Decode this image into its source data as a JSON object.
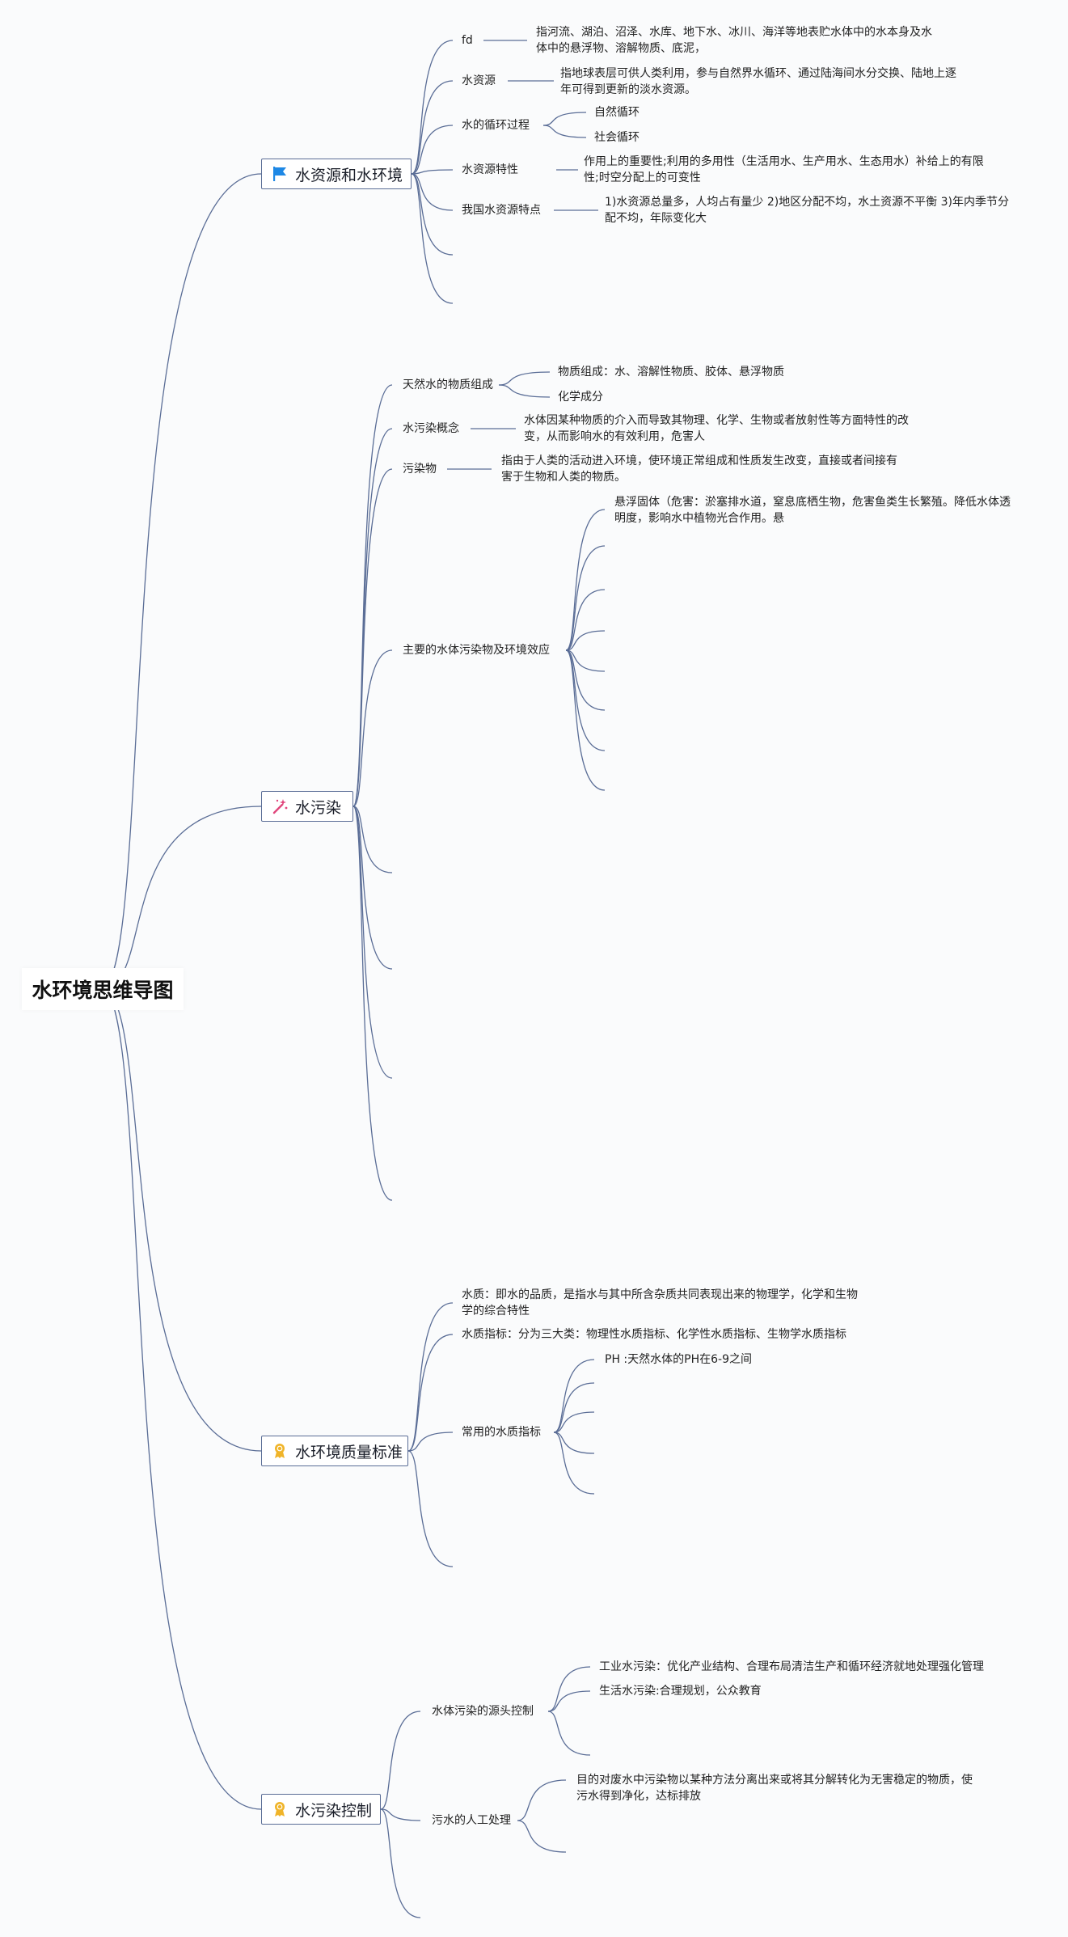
{
  "root": {
    "label": "水环境思维导图"
  },
  "branches": [
    {
      "label": "水资源和水环境",
      "icon": "flag-icon",
      "icon_color": "#1e88e5",
      "children": [
        {
          "label": "fd",
          "detail": "指河流、湖泊、沼泽、水库、地下水、冰川、海洋等地表贮水体中的水本身及水体中的悬浮物、溶解物质、底泥，"
        },
        {
          "label": "水资源",
          "detail": "指地球表层可供人类利用，参与自然界水循环、通过陆海间水分交换、陆地上逐年可得到更新的淡水资源。"
        },
        {
          "label": "水的循环过程",
          "subs": [
            "自然循环",
            "社会循环"
          ]
        },
        {
          "label": "水资源特性",
          "detail": "作用上的重要性;利用的多用性（生活用水、生产用水、生态用水）补给上的有限性;时空分配上的可变性"
        },
        {
          "label": "我国水资源特点",
          "detail": "1)水资源总量多，人均占有量少 2)地区分配不均，水土资源不平衡 3)年内季节分配不均，年际变化大"
        }
      ]
    },
    {
      "label": "水污染",
      "icon": "magic-wand-icon",
      "icon_color": "#e0457b",
      "children": [
        {
          "label": "天然水的物质组成",
          "subs": [
            "物质组成：水、溶解性物质、胶体、悬浮物质",
            "化学成分"
          ]
        },
        {
          "label": "水污染概念",
          "detail": "水体因某种物质的介入而导致其物理、化学、生物或者放射性等方面特性的改变，从而影响水的有效利用，危害人"
        },
        {
          "label": "污染物",
          "detail": "指由于人类的活动进入环境，使环境正常组成和性质发生改变，直接或者间接有害于生物和人类的物质。"
        },
        {
          "label": "主要的水体污染物及环境效应",
          "subs": [
            "悬浮固体（危害：淤塞排水道，窒息底栖生物，危害鱼类生长繁殖。降低水体透明度，影响水中植物光合作用。悬"
          ]
        }
      ]
    },
    {
      "label": "水环境质量标准",
      "icon": "award-ribbon-icon",
      "icon_color": "#f0b429",
      "children": [
        {
          "label": "水质：即水的品质，是指水与其中所含杂质共同表现出来的物理学，化学和生物学的综合特性"
        },
        {
          "label": "水质指标：分为三大类：物理性水质指标、化学性水质指标、生物学水质指标"
        },
        {
          "label": "常用的水质指标",
          "subs": [
            "PH :天然水体的PH在6-9之间"
          ]
        }
      ]
    },
    {
      "label": "水污染控制",
      "icon": "award-ribbon-icon",
      "icon_color": "#f0b429",
      "children": [
        {
          "label": "水体污染的源头控制",
          "subs": [
            "工业水污染：优化产业结构、合理布局清洁生产和循环经济就地处理强化管理",
            "生活水污染:合理规划，公众教育"
          ]
        },
        {
          "label": "污水的人工处理",
          "subs": [
            "目的对废水中污染物以某种方法分离出来或将其分解转化为无害稳定的物质，使污水得到净化，达标排放"
          ]
        }
      ]
    }
  ]
}
